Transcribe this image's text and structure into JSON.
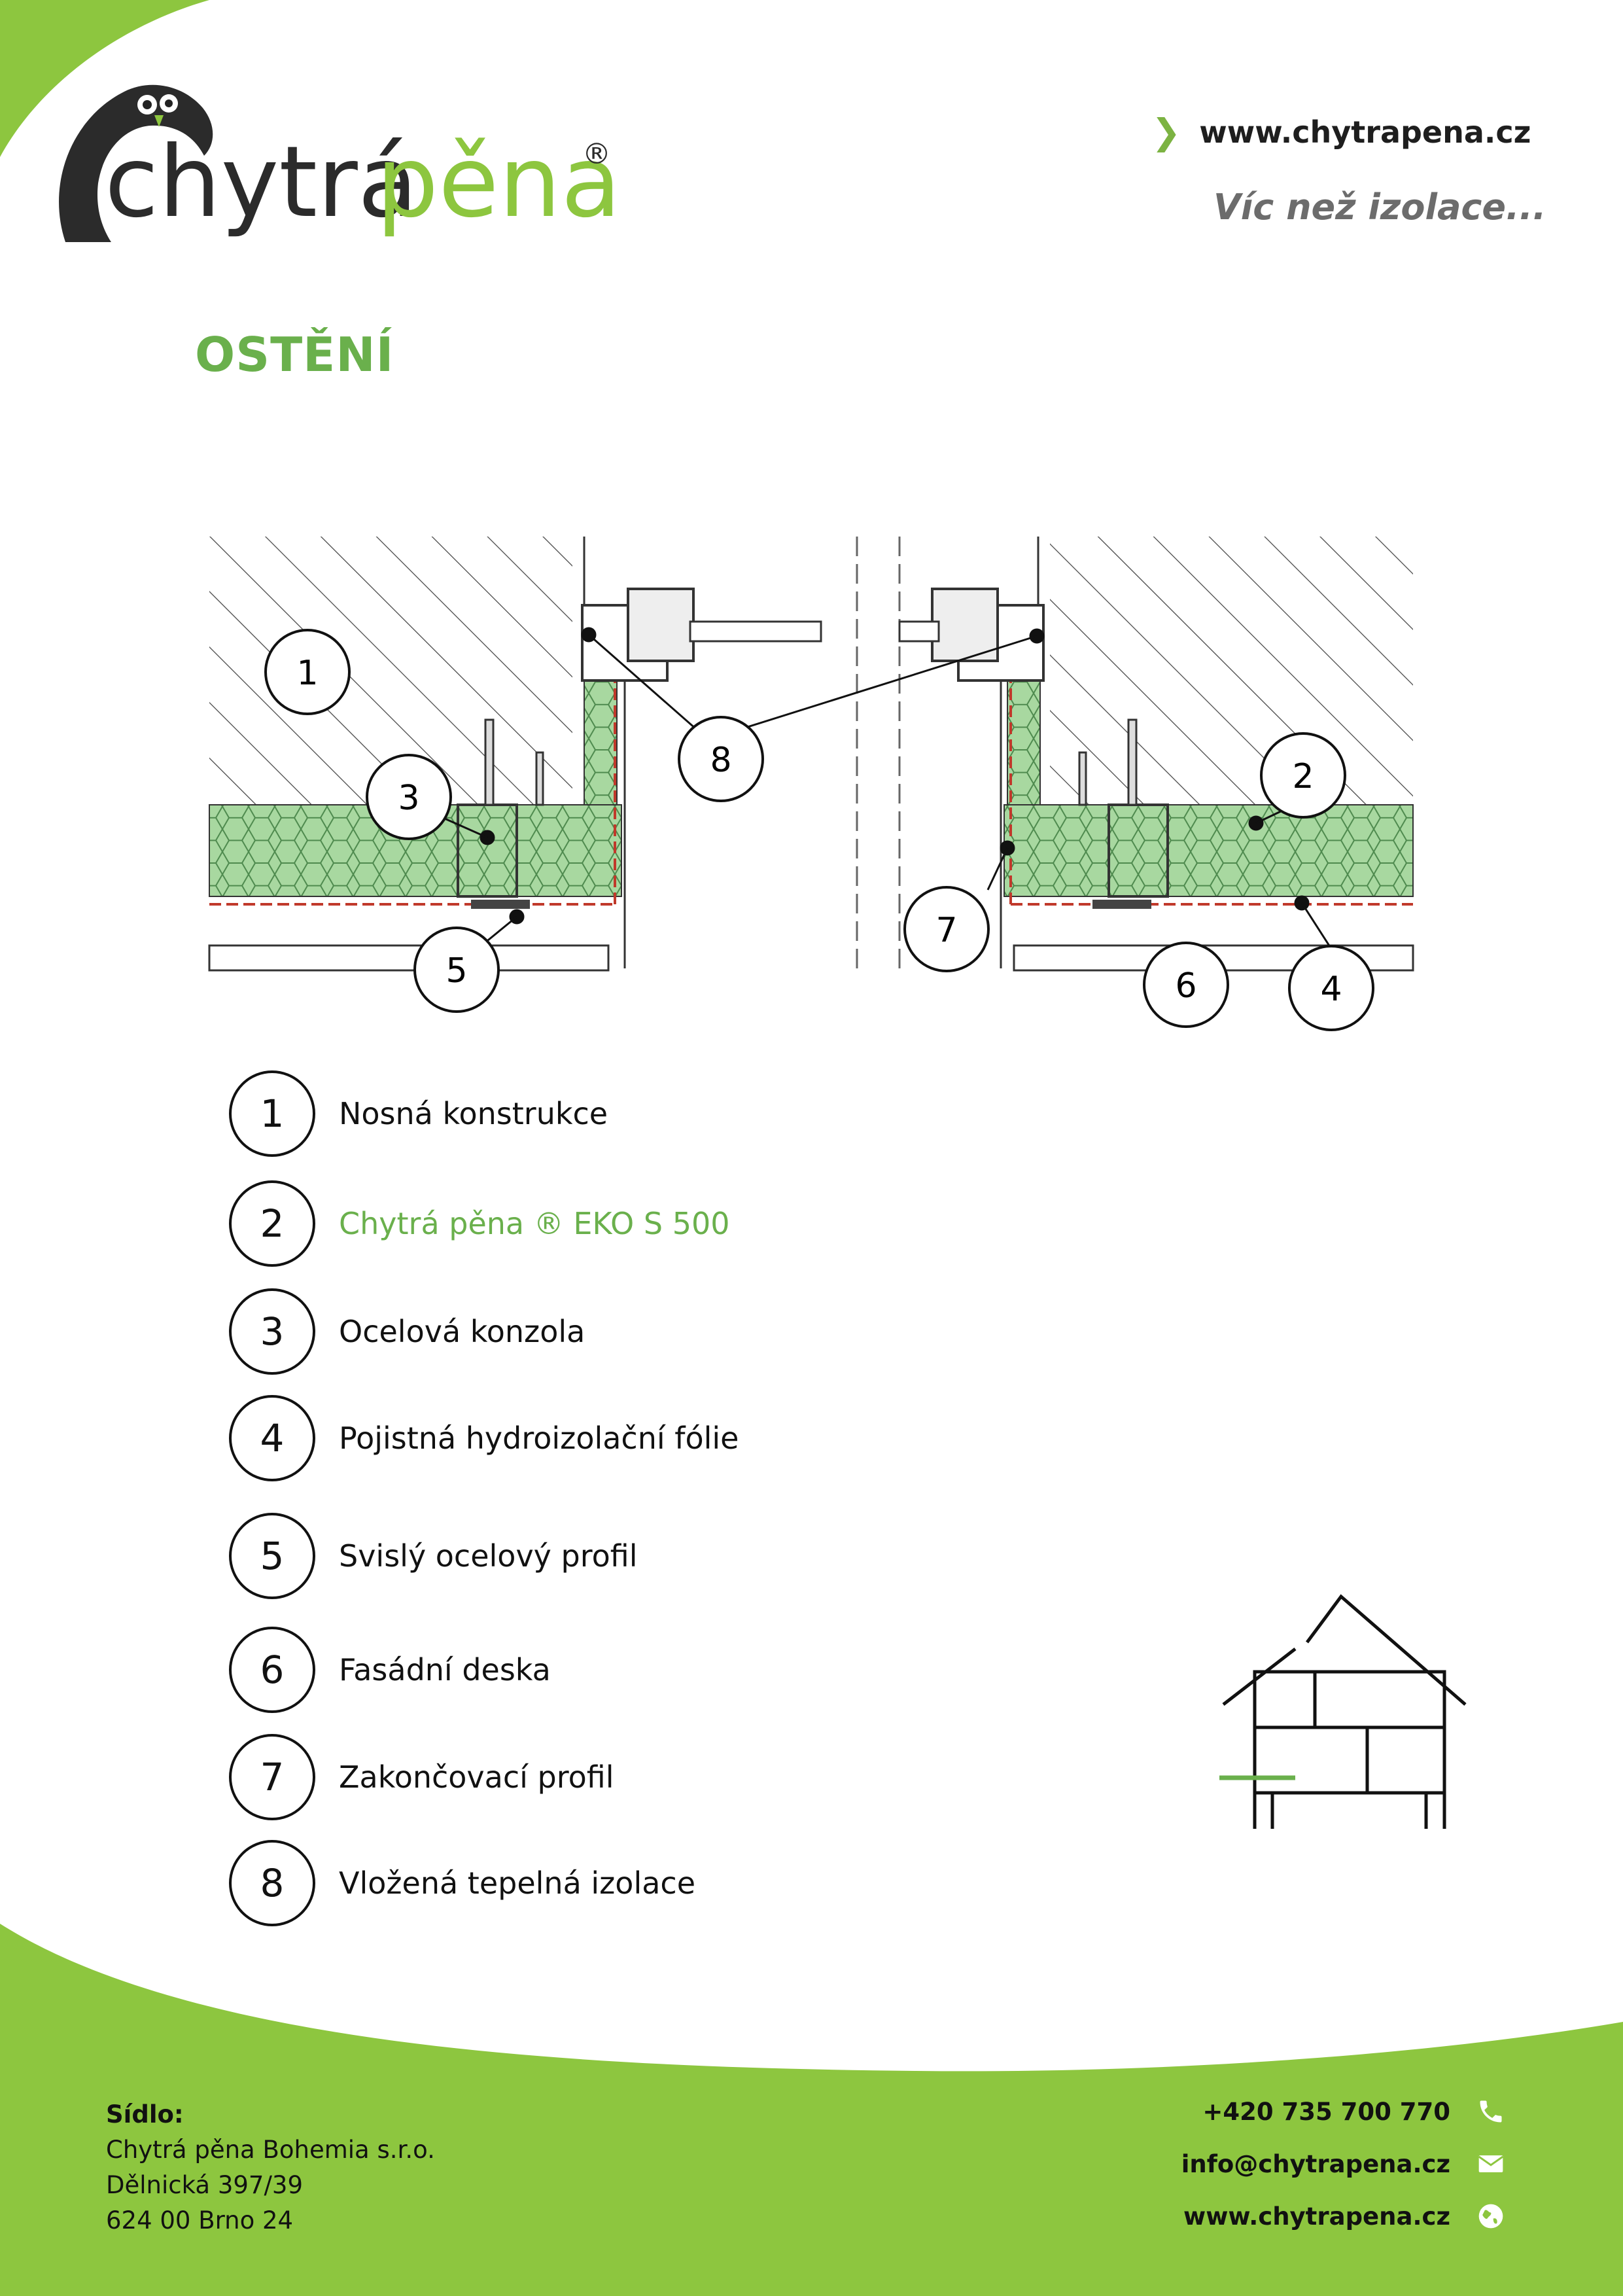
{
  "header": {
    "brand_word1": "chytrá",
    "brand_word2": "pěna",
    "registered": "®",
    "website": "www.chytrapena.cz",
    "slogan": "Víc než izolace..."
  },
  "title": "OSTĚNÍ",
  "drawing": {
    "callouts": [
      "1",
      "2",
      "3",
      "4",
      "5",
      "6",
      "7",
      "8"
    ]
  },
  "legend": [
    {
      "num": "1",
      "text": "Nosná konstrukce"
    },
    {
      "num": "2",
      "text": "Chytrá pěna ® EKO S 500"
    },
    {
      "num": "3",
      "text": "Ocelová konzola"
    },
    {
      "num": "4",
      "text": "Pojistná hydroizolační fólie"
    },
    {
      "num": "5",
      "text": "Svislý ocelový profil"
    },
    {
      "num": "6",
      "text": "Fasádní deska"
    },
    {
      "num": "7",
      "text": "Zakončovací profil"
    },
    {
      "num": "8",
      "text": "Vložená tepelná izolace"
    }
  ],
  "footer": {
    "label": "Sídlo:",
    "company": "Chytrá pěna Bohemia s.r.o.",
    "street": "Dělnická 397/39",
    "city": "624 00 Brno 24",
    "phone": "+420 735 700 770",
    "email": "info@chytrapena.cz",
    "website": "www.chytrapena.cz"
  },
  "colors": {
    "brand_green": "#8dc63f",
    "title_green": "#6ab04c",
    "foam_green": "#a8d8a0",
    "membrane_red": "#c0392b"
  },
  "icons": [
    "phone-icon",
    "envelope-icon",
    "globe-icon",
    "chevron-right-icon",
    "house-icon"
  ]
}
